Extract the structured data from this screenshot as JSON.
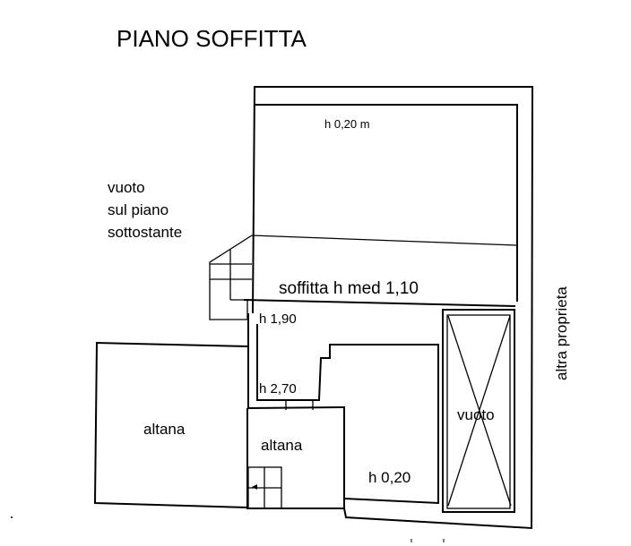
{
  "title": "PIANO SOFFITTA",
  "labels": {
    "top_room_height": "h 0,20 m",
    "void_below_line1": "vuoto",
    "void_below_line2": "sul piano",
    "void_below_line3": "sottostante",
    "attic": "soffitta h med 1,10",
    "h190": "h 1,90",
    "h270": "h 2,70",
    "altana_left": "altana",
    "altana_small": "altana",
    "h020": "h 0,20",
    "void": "vuoto",
    "neighbor": "altra proprieta"
  }
}
